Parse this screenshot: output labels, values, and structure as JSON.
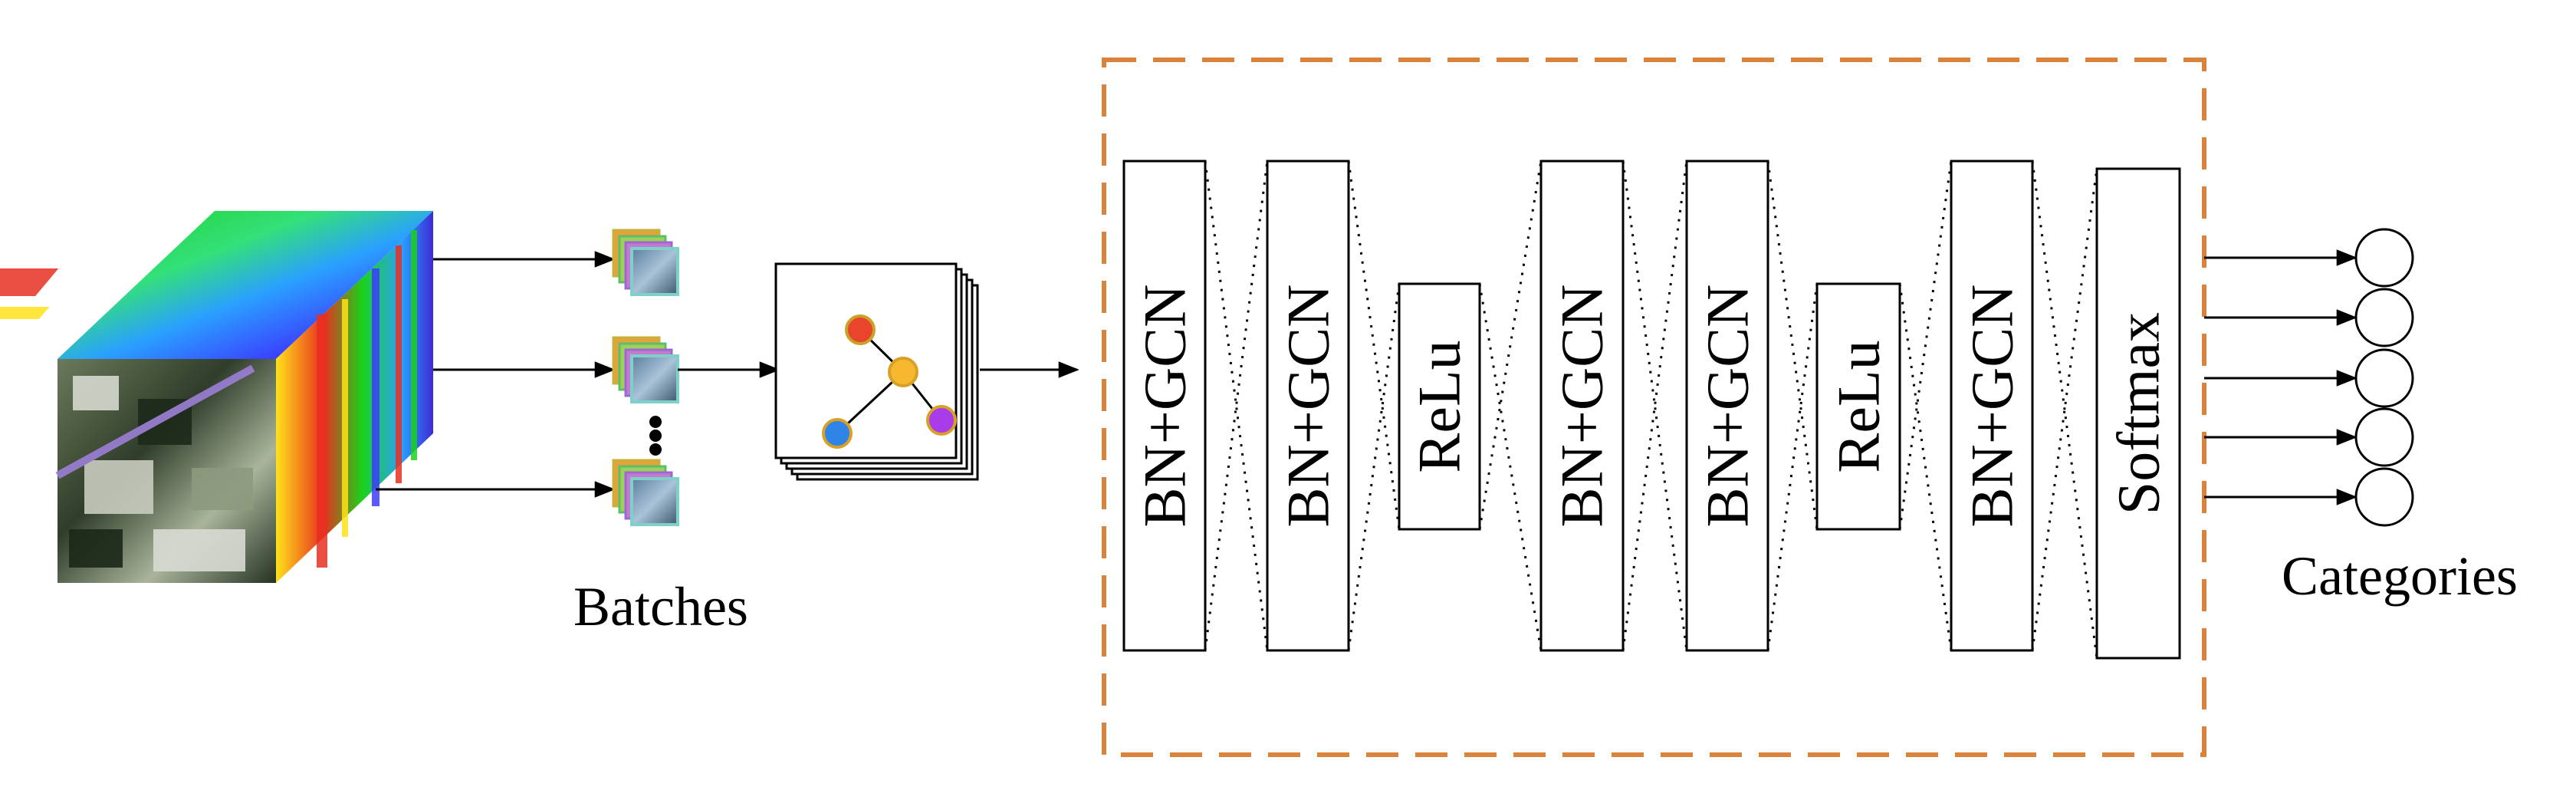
{
  "diagram": {
    "batches_label": "Batches",
    "categories_label": "Categories",
    "network_layers": [
      {
        "id": "l1",
        "label": "BN+GCN"
      },
      {
        "id": "l2",
        "label": "BN+GCN"
      },
      {
        "id": "l3",
        "label": "ReLu"
      },
      {
        "id": "l4",
        "label": "BN+GCN"
      },
      {
        "id": "l5",
        "label": "BN+GCN"
      },
      {
        "id": "l6",
        "label": "ReLu"
      },
      {
        "id": "l7",
        "label": "BN+GCN"
      },
      {
        "id": "l8",
        "label": "Softmax"
      }
    ],
    "output_nodes": 5,
    "colors": {
      "dashed_border": "#D9823B",
      "graph_node_red": "#E8452C",
      "graph_node_orange": "#F5B82E",
      "graph_node_blue": "#2F84E8",
      "graph_node_purple": "#A93BE8"
    }
  }
}
